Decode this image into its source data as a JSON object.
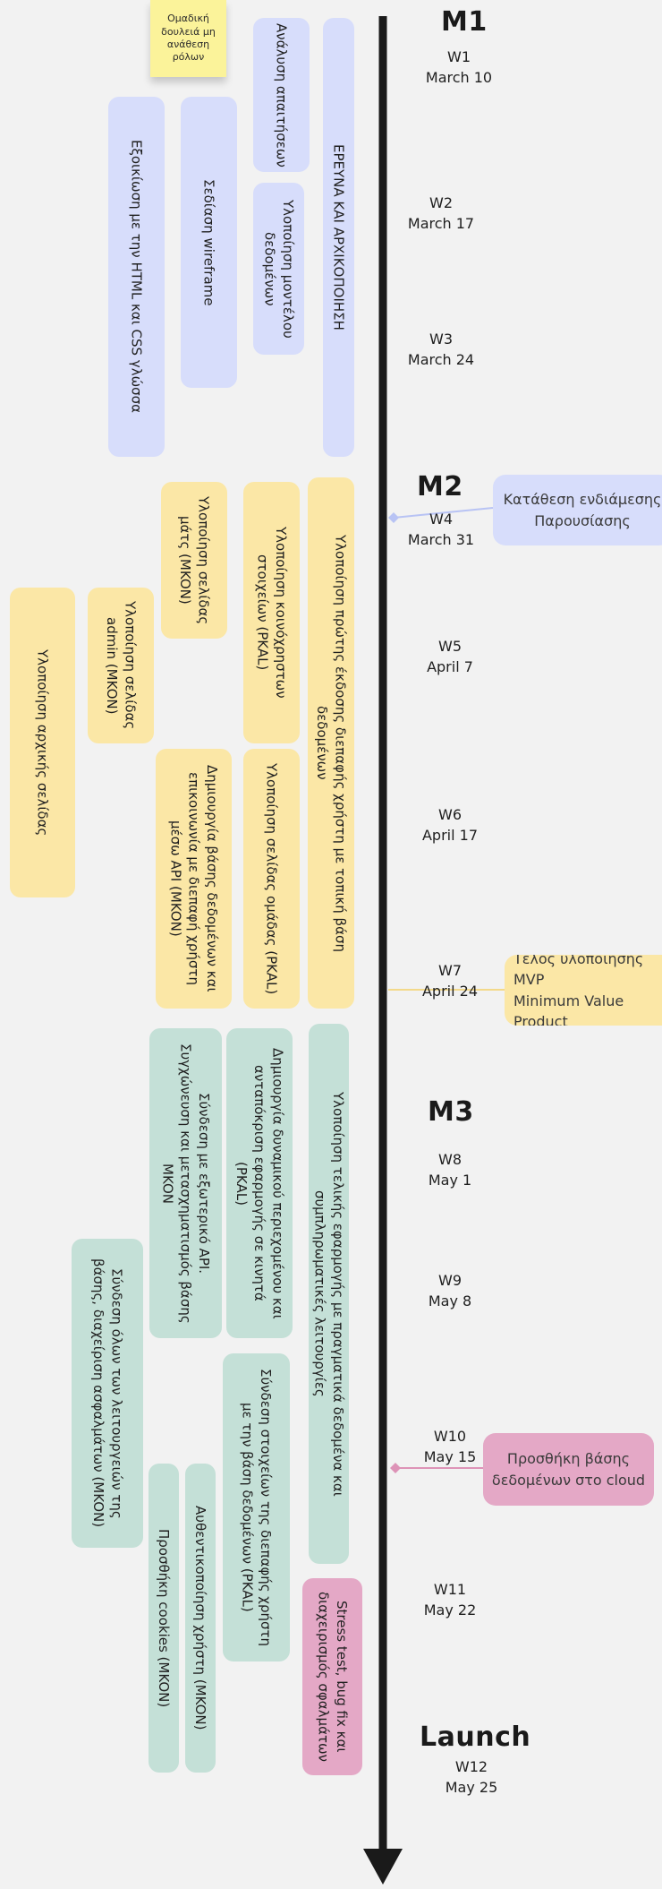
{
  "colors": {
    "blue": "#d7ddfb",
    "yellow": "#fbe7a6",
    "green": "#c4e0d7",
    "pink": "#e4a8c6",
    "sticky": "#fbf39a",
    "timeline": "#1a1a1a"
  },
  "sticky_note": "Ομαδική\nδουλειά μη\nανάθεση\nρόλων",
  "milestones": [
    "M1",
    "M2",
    "M3",
    "Launch"
  ],
  "weeks": [
    {
      "week": "W1",
      "date": "March 10"
    },
    {
      "week": "W2",
      "date": "March 17"
    },
    {
      "week": "W3",
      "date": "March 24"
    },
    {
      "week": "W4",
      "date": "March 31"
    },
    {
      "week": "W5",
      "date": "April 7"
    },
    {
      "week": "W6",
      "date": "April 17"
    },
    {
      "week": "W7",
      "date": "April 24"
    },
    {
      "week": "W8",
      "date": "May 1"
    },
    {
      "week": "W9",
      "date": "May 8"
    },
    {
      "week": "W10",
      "date": "May 15"
    },
    {
      "week": "W11",
      "date": "May 22"
    },
    {
      "week": "W12",
      "date": "May 25"
    }
  ],
  "events": [
    "Κατάθεση ενδιάμεσης\nΠαρουσίασης",
    "Τέλος υλοποίησης MVP\nMinimum Value Product",
    "Προσθήκη βάσης\nδεδομένων στο cloud"
  ],
  "tasks": [
    "ΕΡΕΥΝΑ ΚΑΙ ΑΡΧΙΚΟΠΟΙΗΣΗ",
    "Ανάλυση απαιτήσεων",
    "Υλοποίηση μοντέλου\nδεδομένων",
    "Σεδίαση wireframe",
    "Εξοικίωση με την HTML και CSS γλώσσα",
    "Υλοποίηση πρώτης έκδοσης διεπαφής χρήστη με τοπική βάση\nδεδομένων",
    "Υλοποίηση κοινόχρηστων\nστοιχείων (PKAL)",
    "Υλοποίηση σελίδας\nμάτς (MKON)",
    "Υλοποίηση σελίδας\nadmin (MKON)",
    "Υλοποίηση αρχικής σελίδας",
    "Υλοποίηση σελίδας ομάδας (PKAL)",
    "Δημιουργία βάσης δεδομένων και\nεπικοινωνία με διεπαφή χρήστη\nμέσω API (MKON)",
    "Υλοποίηση τελικής εφαρμογής με πραγματικά δεδομένα και\nσυμπληρωματικές λειτουργίες",
    "Δημιουργία δυναμικού περιεχομένου και\nανταπόκριση εφαρμογής σε κινητά\n(PKAL)",
    "Σύνδεση με εξωτερικό API.\nΣυγχώνευση και μετασχηματισμός βάσης\nMKON",
    "Σύνδεση όλων των λειτουργειών της\nβάσης, διαχείριση ασφαλμάτων (MKON)",
    "Σύνδεση στοιχείων της διεπαφής χρήστη\nμε την βάση δεδομένων (PKAL)",
    "Αυθεντικοποίηση χρήστη (MKON)",
    "Προσθήκη cookies (MKON)",
    "Stress test, bug fix και\nδιαχειρισμός σφαλμάτων"
  ]
}
